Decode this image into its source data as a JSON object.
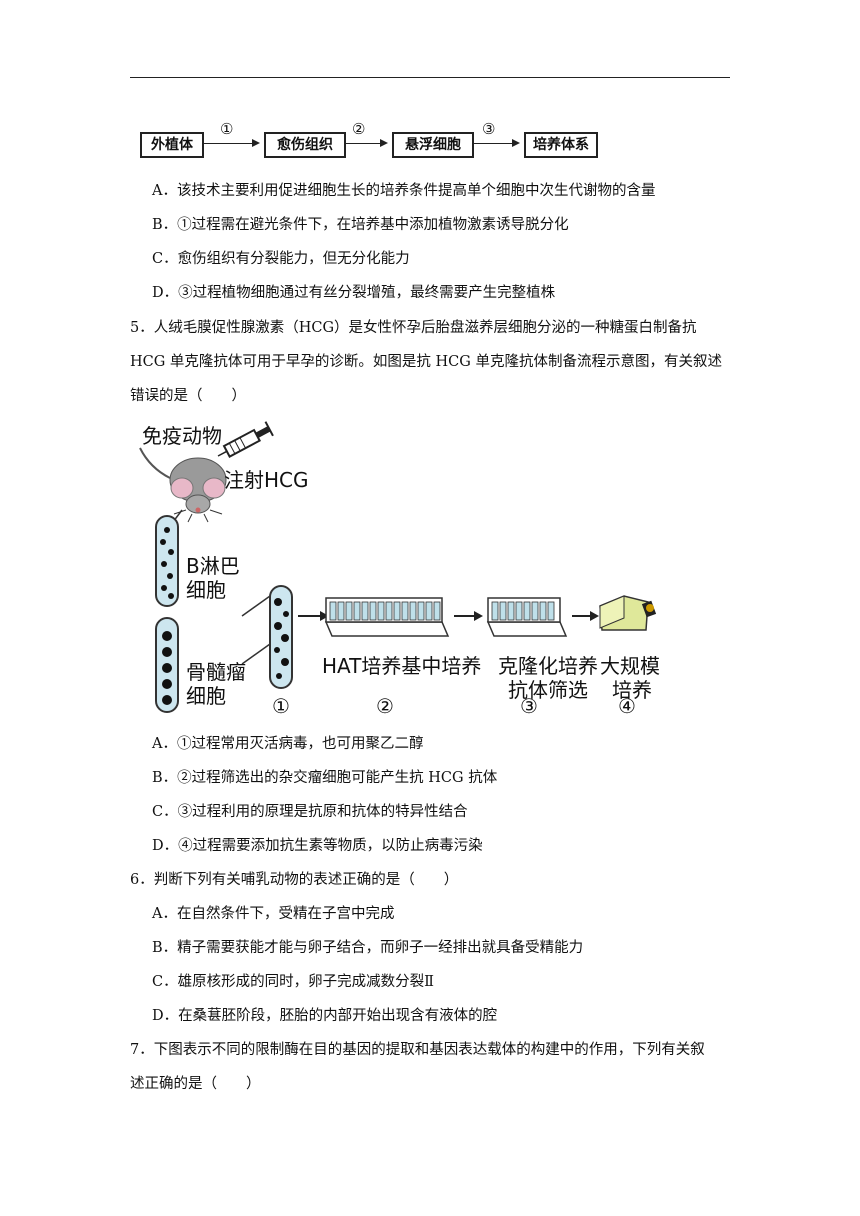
{
  "flow": {
    "boxes": [
      "外植体",
      "愈伤组织",
      "悬浮细胞",
      "培养体系"
    ],
    "steps": [
      "①",
      "②",
      "③"
    ]
  },
  "q4_options": [
    "A．该技术主要利用促进细胞生长的培养条件提高单个细胞中次生代谢物的含量",
    "B．①过程需在避光条件下，在培养基中添加植物激素诱导脱分化",
    "C．愈伤组织有分裂能力，但无分化能力",
    "D．③过程植物细胞通过有丝分裂增殖，最终需要产生完整植株"
  ],
  "q5": {
    "lines": [
      "5．人绒毛膜促性腺激素（HCG）是女性怀孕后胎盘滋养层细胞分泌的一种糖蛋白制备抗",
      "HCG 单克隆抗体可用于早孕的诊断。如图是抗 HCG 单克隆抗体制备流程示意图，有关叙述",
      "错误的是（　　）"
    ],
    "figure": {
      "animal": "免疫动物",
      "inject": "注射HCG",
      "b_cell_1": "B淋巴",
      "b_cell_2": "细胞",
      "myeloma_1": "骨髓瘤",
      "myeloma_2": "细胞",
      "hat": "HAT培养基中培养",
      "clone_1": "克隆化培养",
      "clone_2": "抗体筛选",
      "scale_1": "大规模",
      "scale_2": "培养",
      "n1": "①",
      "n2": "②",
      "n3": "③",
      "n4": "④"
    },
    "options": [
      "A．①过程常用灭活病毒，也可用聚乙二醇",
      "B．②过程筛选出的杂交瘤细胞可能产生抗 HCG 抗体",
      "C．③过程利用的原理是抗原和抗体的特异性结合",
      "D．④过程需要添加抗生素等物质，以防止病毒污染"
    ]
  },
  "q6": {
    "stem": "6．判断下列有关哺乳动物的表述正确的是（　　）",
    "options": [
      "A．在自然条件下，受精在子宫中完成",
      "B．精子需要获能才能与卵子结合，而卵子一经排出就具备受精能力",
      "C．雄原核形成的同时，卵子完成减数分裂Ⅱ",
      "D．在桑葚胚阶段，胚胎的内部开始出现含有液体的腔"
    ]
  },
  "q7": {
    "lines": [
      "7．下图表示不同的限制酶在目的基因的提取和基因表达载体的构建中的作用，下列有关叙",
      "述正确的是（　　）"
    ]
  }
}
